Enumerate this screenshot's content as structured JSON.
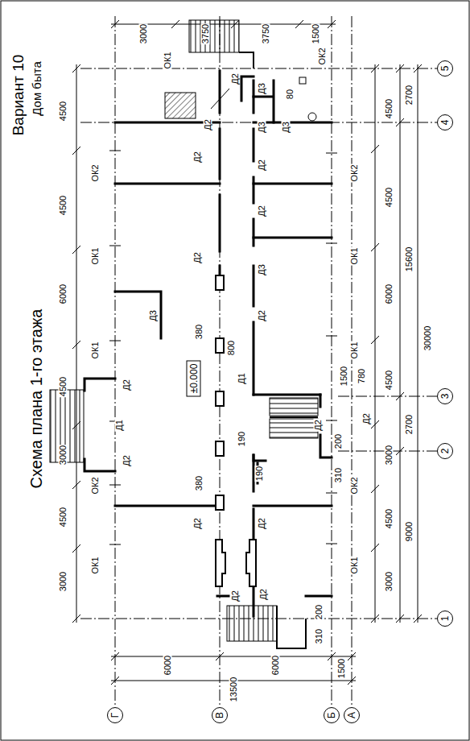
{
  "diagram": {
    "title": "Схема плана 1-го этажа",
    "nodes": [
      {
        "text": [
          "5"
        ]
      },
      {
        "text": [
          "4"
        ]
      },
      {
        "text": [
          "3"
        ]
      },
      {
        "text": [
          "2"
        ]
      },
      {
        "text": [
          "1"
        ]
      },
      {
        "text": [
          "Г"
        ]
      },
      {
        "text": [
          "В"
        ]
      },
      {
        "text": [
          "Б"
        ]
      },
      {
        "text": [
          "А"
        ]
      },
      {
        "text": [
          "±0.000"
        ]
      }
    ],
    "labels": [
      "Вариант 10",
      "Дом быта",
      "4500",
      "4500",
      "6000",
      "4500",
      "3000",
      "4500",
      "3000",
      "ОК2",
      "ОК1",
      "ОК1",
      "ОК2",
      "ОК1",
      "ОК1",
      "ОК2",
      "3000",
      "3750",
      "3750",
      "1500",
      "ОК2",
      "ОК1",
      "ОК1",
      "ОК2",
      "ОК1",
      "4500",
      "4500",
      "6000",
      "4500",
      "3000",
      "4500",
      "3000",
      "2700",
      "15600",
      "2700",
      "9000",
      "30000",
      "6000",
      "6000",
      "1500",
      "13500",
      "Д2",
      "Д3",
      "80",
      "Д2",
      "Д3",
      "Д3",
      "Д2",
      "Д2",
      "Д2",
      "Д2",
      "Д3",
      "Д3",
      "Д2",
      "380",
      "800",
      "Д2",
      "Д1",
      "Д2",
      "Д1",
      "Д2",
      "Д2",
      "190",
      "190",
      "200",
      "310",
      "780",
      "1500",
      "380",
      "Д2",
      "Д2",
      "Д2",
      "Д2",
      "200",
      "310"
    ]
  }
}
